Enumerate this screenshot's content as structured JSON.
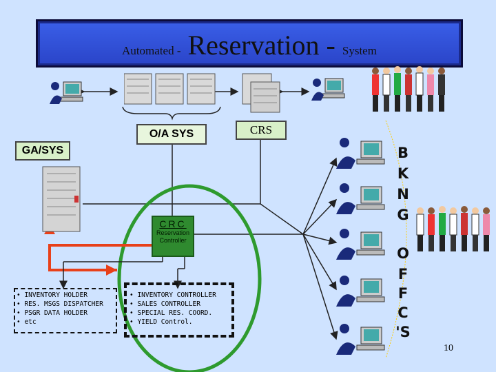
{
  "title": {
    "left": "Automated -",
    "center": "Reservation -",
    "right": "System"
  },
  "labels": {
    "oa_sys": "O/A SYS",
    "crs": "CRS",
    "ga_sys": "GA/SYS"
  },
  "crc": {
    "title": "CRC",
    "line1": "Reservation",
    "line2": "Controller"
  },
  "list_left": [
    "INVENTORY HOLDER",
    "RES. MSGS DISPATCHER",
    "PSGR DATA HOLDER",
    "etc"
  ],
  "list_right": [
    "INVENTORY CONTROLLER",
    "SALES CONTROLLER",
    "SPECIAL RES. COORD.",
    "YIELD Control."
  ],
  "side_letters": [
    "B",
    "K",
    "N",
    "G",
    "O",
    "F",
    "F",
    "C",
    "'S"
  ],
  "page_number": "10",
  "colors": {
    "background": "#cfe3ff",
    "title_bg": "#3a5fe8",
    "crc_bg": "#2f8a2f",
    "red_arrow": "#e8401a",
    "green_curve": "#2e9a2e"
  }
}
